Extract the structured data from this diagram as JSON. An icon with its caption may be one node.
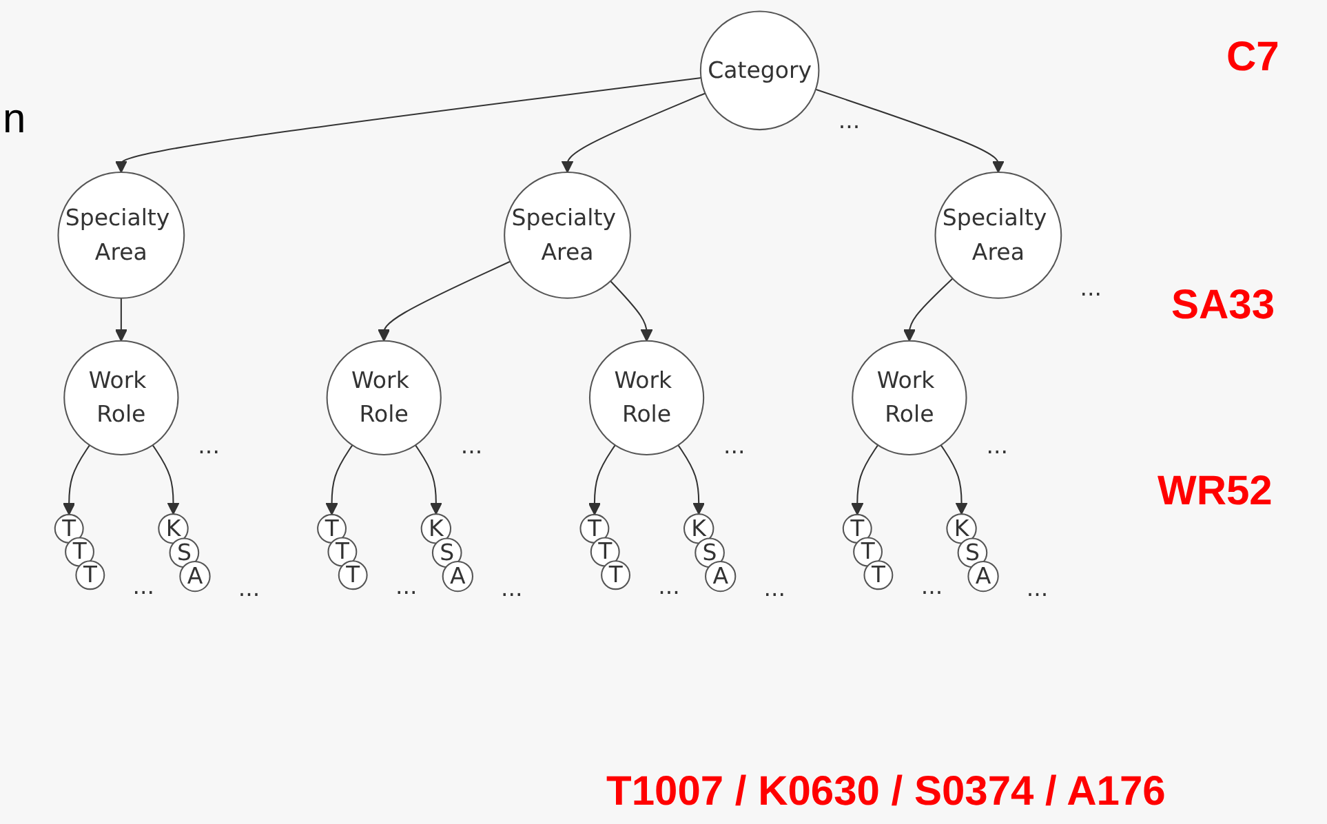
{
  "diagram": {
    "nodes": [
      {
        "text": [
          "Category"
        ],
        "beside": [
          "..."
        ]
      },
      {
        "text": [
          "Specialty Area"
        ]
      },
      {
        "text": [
          "Specialty Area"
        ]
      },
      {
        "text": [
          "Specialty Area"
        ],
        "beside": [
          "..."
        ]
      },
      {
        "text": [
          "Work Role"
        ],
        "beside": [
          "..."
        ]
      },
      {
        "text": [
          "Work Role"
        ],
        "beside": [
          "..."
        ]
      },
      {
        "text": [
          "Work Role"
        ],
        "beside": [
          "..."
        ]
      },
      {
        "text": [
          "Work Role"
        ],
        "beside": [
          "..."
        ]
      },
      {
        "text": [
          "T"
        ]
      },
      {
        "text": [
          "T"
        ]
      },
      {
        "text": [
          "T"
        ],
        "beside": [
          "..."
        ]
      },
      {
        "text": [
          "K"
        ]
      },
      {
        "text": [
          "S"
        ]
      },
      {
        "text": [
          "A"
        ],
        "beside": [
          "..."
        ]
      },
      {
        "text": [
          "T"
        ]
      },
      {
        "text": [
          "T"
        ]
      },
      {
        "text": [
          "T"
        ],
        "beside": [
          "..."
        ]
      },
      {
        "text": [
          "K"
        ]
      },
      {
        "text": [
          "S"
        ]
      },
      {
        "text": [
          "A"
        ],
        "beside": [
          "..."
        ]
      },
      {
        "text": [
          "T"
        ]
      },
      {
        "text": [
          "T"
        ]
      },
      {
        "text": [
          "T"
        ],
        "beside": [
          "..."
        ]
      },
      {
        "text": [
          "K"
        ]
      },
      {
        "text": [
          "S"
        ]
      },
      {
        "text": [
          "A"
        ],
        "beside": [
          "..."
        ]
      },
      {
        "text": [
          "T"
        ]
      },
      {
        "text": [
          "T"
        ]
      },
      {
        "text": [
          "T"
        ],
        "beside": [
          "..."
        ]
      },
      {
        "text": [
          "K"
        ]
      },
      {
        "text": [
          "S"
        ]
      },
      {
        "text": [
          "A"
        ],
        "beside": [
          "..."
        ]
      }
    ],
    "edges": [
      {
        "from": 0,
        "to": 1,
        "arrow": "to"
      },
      {
        "from": 0,
        "to": 2,
        "arrow": "to"
      },
      {
        "from": 0,
        "to": 3,
        "arrow": "to"
      },
      {
        "from": 1,
        "to": 4,
        "arrow": "to"
      },
      {
        "from": 2,
        "to": 5,
        "arrow": "to"
      },
      {
        "from": 2,
        "to": 6,
        "arrow": "to"
      },
      {
        "from": 3,
        "to": 7,
        "arrow": "to"
      },
      {
        "from": 4,
        "to": 8,
        "arrow": "to"
      },
      {
        "from": 4,
        "to": 11,
        "arrow": "to"
      },
      {
        "from": 5,
        "to": 14,
        "arrow": "to"
      },
      {
        "from": 5,
        "to": 17,
        "arrow": "to"
      },
      {
        "from": 6,
        "to": 20,
        "arrow": "to"
      },
      {
        "from": 6,
        "to": 23,
        "arrow": "to"
      },
      {
        "from": 7,
        "to": 26,
        "arrow": "to"
      },
      {
        "from": 7,
        "to": 29,
        "arrow": "to"
      }
    ],
    "labels": [
      "n",
      "C7",
      "SA33",
      "WR52",
      "T1007 / K0630 / S0374 / A176"
    ]
  }
}
